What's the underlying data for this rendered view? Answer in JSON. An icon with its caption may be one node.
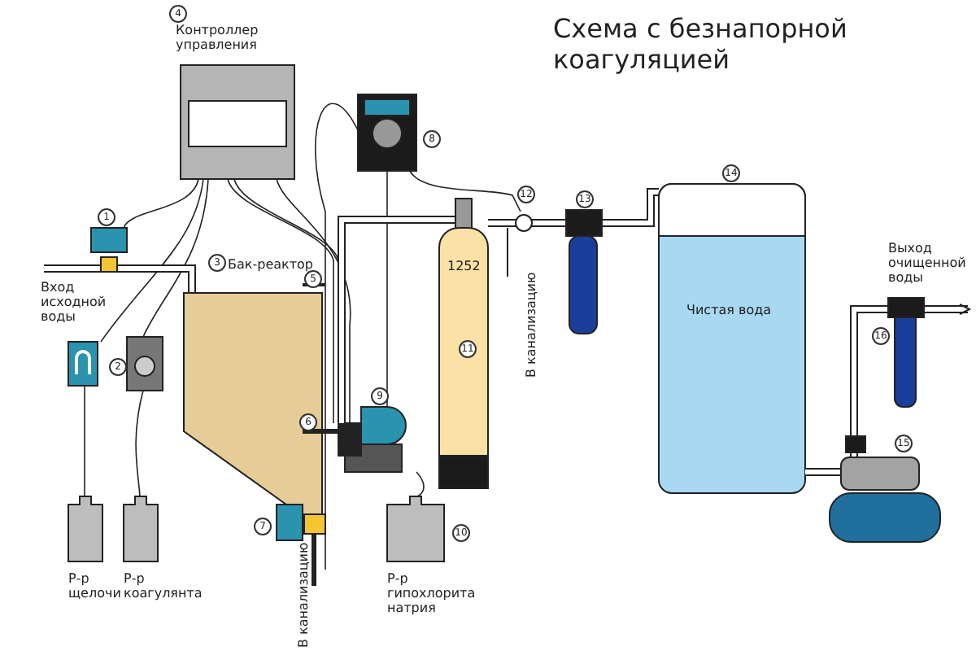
{
  "diagram": {
    "title": "Схема с безнапорной коагуляцией",
    "labels": [
      "4",
      "Контроллер управления",
      "8",
      "14",
      "1",
      "12",
      "13",
      "3",
      "Бак-реактор",
      "5",
      "Вход исходной воды",
      "1252",
      "2",
      "Выход очищенной воды",
      "11",
      "В канализацию",
      "Чистая вода",
      "16",
      "9",
      "6",
      "15",
      "7",
      "10",
      "Р-р щелочи",
      "Р-р коагулянта",
      "В канализацию",
      "Р-р гипохлорита натрия"
    ]
  }
}
